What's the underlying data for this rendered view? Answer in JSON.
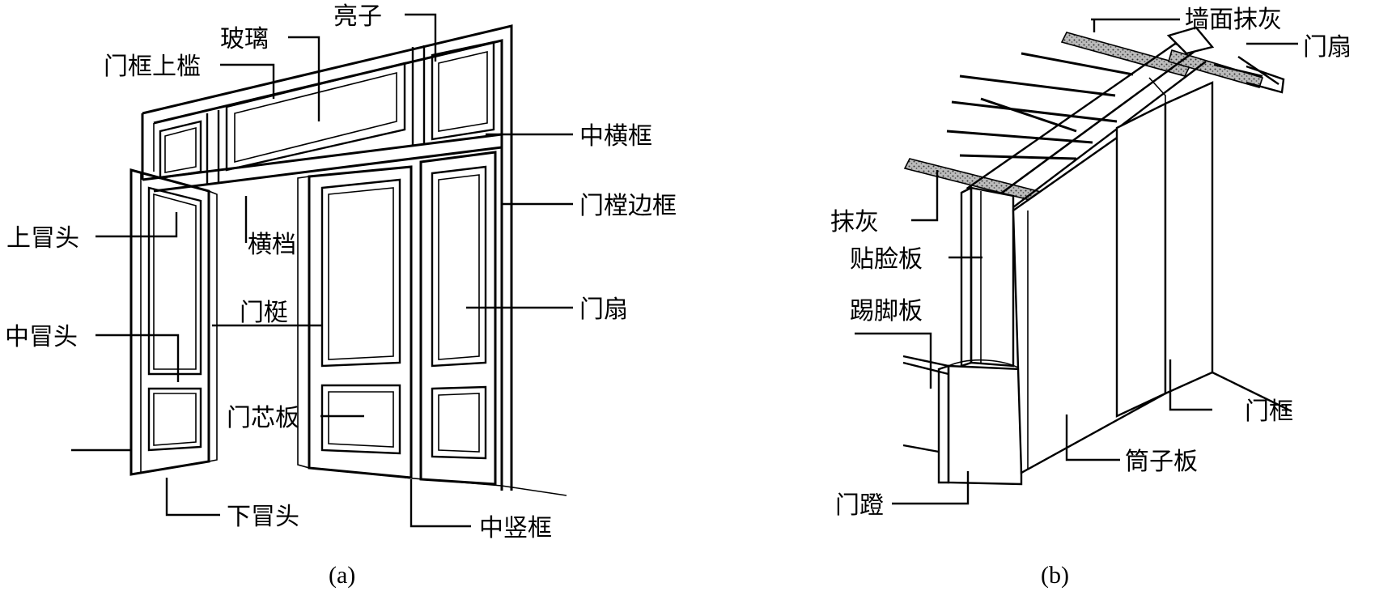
{
  "figure_a": {
    "caption": "(a)",
    "labels": {
      "liangzi": "亮子",
      "boli": "玻璃",
      "menkuang_shangjian": "门框上槛",
      "zhong_hengkuang": "中横框",
      "menchuang_biankuang": "门樘边框",
      "shang_maotou": "上冒头",
      "hengdang": "横档",
      "menting": "门梃",
      "menshan": "门扇",
      "zhong_maotou": "中冒头",
      "menxinban": "门芯板",
      "xia_maotou": "下冒头",
      "zhong_shukuang": "中竖框"
    }
  },
  "figure_b": {
    "caption": "(b)",
    "labels": {
      "qiangmian_mohui": "墙面抹灰",
      "menshan": "门扇",
      "mohui": "抹灰",
      "tielianban": "贴脸板",
      "tijiaoban": "踢脚板",
      "menkuang": "门框",
      "tongziban": "筒子板",
      "mendeng": "门蹬"
    }
  }
}
